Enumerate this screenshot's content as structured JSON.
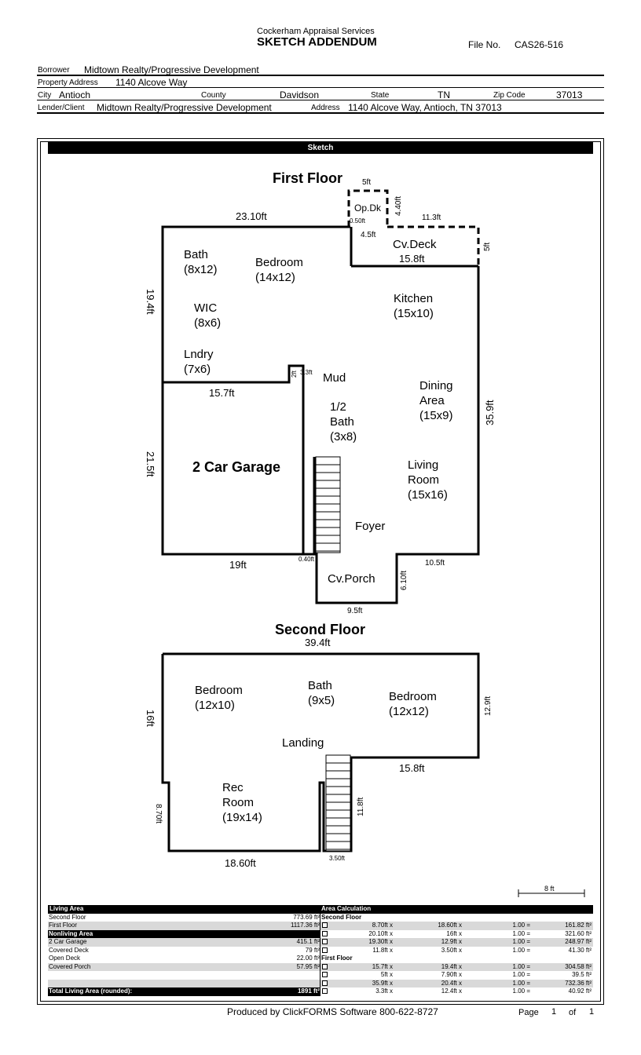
{
  "header": {
    "company": "Cockerham Appraisal Services",
    "title": "SKETCH ADDENDUM",
    "file_no_label": "File No.",
    "file_no": "CAS26-516"
  },
  "fields": {
    "borrower_label": "Borrower",
    "borrower": "Midtown Realty/Progressive Development",
    "property_address_label": "Property Address",
    "property_address": "1140 Alcove Way",
    "city_label": "City",
    "city": "Antioch",
    "county_label": "County",
    "county": "Davidson",
    "state_label": "State",
    "state": "TN",
    "zip_label": "Zip Code",
    "zip": "37013",
    "lender_label": "Lender/Client",
    "lender": "Midtown Realty/Progressive Development",
    "address_label": "Address",
    "address": "1140 Alcove Way, Antioch, TN 37013"
  },
  "sketch": {
    "bar_label": "Sketch",
    "first_floor_title": "First Floor",
    "second_floor_title": "Second Floor",
    "scale_label": "8 ft",
    "first_floor": {
      "rooms": {
        "bath": [
          "Bath",
          "(8x12)"
        ],
        "bedroom": [
          "Bedroom",
          "(14x12)"
        ],
        "wic": [
          "WIC",
          "(8x6)"
        ],
        "lndry": [
          "Lndry",
          "(7x6)"
        ],
        "kitchen": [
          "Kitchen",
          "(15x10)"
        ],
        "mud": "Mud",
        "half_bath": [
          "1/2",
          "Bath",
          "(3x8)"
        ],
        "dining": [
          "Dining",
          "Area",
          "(15x9)"
        ],
        "living": [
          "Living",
          "Room",
          "(15x16)"
        ],
        "garage": "2 Car Garage",
        "foyer": "Foyer",
        "op_dk": "Op.Dk",
        "cv_deck": "Cv.Deck",
        "cv_porch": "Cv.Porch"
      },
      "dims": {
        "top_left": "23.10ft",
        "opdk_top": "5ft",
        "opdk_side": "4.40ft",
        "opdk_small": "0.50ft",
        "cvdeck_top": "11.3ft",
        "cvdeck_left": "4.5ft",
        "cvdeck_bottom": "15.8ft",
        "cvdeck_side": "5ft",
        "left_upper": "19.4ft",
        "right": "35.9ft",
        "lndry_bottom": "15.7ft",
        "step_2ft": "2ft",
        "step_33": "3.3ft",
        "left_lower": "21.5ft",
        "bottom_left": "19ft",
        "porch_gap": "0.40ft",
        "porch_side": "6.10ft",
        "bottom_right": "10.5ft",
        "porch_bottom": "9.5ft"
      }
    },
    "second_floor": {
      "rooms": {
        "bedroom_left": [
          "Bedroom",
          "(12x10)"
        ],
        "bath": [
          "Bath",
          "(9x5)"
        ],
        "bedroom_right": [
          "Bedroom",
          "(12x12)"
        ],
        "landing": "Landing",
        "rec": [
          "Rec",
          "Room",
          "(19x14)"
        ]
      },
      "dims": {
        "top": "39.4ft",
        "left": "16ft",
        "right": "12.9ft",
        "mid_right": "15.8ft",
        "stair_side": "11.8ft",
        "left_lower": "8.70ft",
        "bottom": "18.60ft",
        "stair_bottom": "3.50ft"
      }
    }
  },
  "summary": {
    "living_area_label": "Living Area",
    "area_calc_label": "Area Calculation",
    "rows": [
      {
        "label": "Second Floor",
        "value": "773.69 ft²"
      },
      {
        "label": "First Floor",
        "value": "1117.36 ft²"
      }
    ],
    "nonliving_label": "Nonliving Area",
    "nonliving_rows": [
      {
        "label": "2 Car Garage",
        "value": "415.1 ft²"
      },
      {
        "label": "Covered Deck",
        "value": "79 ft²"
      },
      {
        "label": "Open Deck",
        "value": "22.00 ft²"
      },
      {
        "label": "Covered Porch",
        "value": "57.95 ft²"
      }
    ],
    "total_label": "Total Living Area (rounded):",
    "total_value": "1891 ft²",
    "calc_second_label": "Second Floor",
    "calc_first_label": "First Floor",
    "calc_rows": [
      {
        "a": "8.70ft x",
        "b": "18.60ft x",
        "c": "1.00 =",
        "d": "161.82 ft²"
      },
      {
        "a": "20.10ft x",
        "b": "16ft x",
        "c": "1.00 =",
        "d": "321.60 ft²"
      },
      {
        "a": "19.30ft x",
        "b": "12.9ft x",
        "c": "1.00 =",
        "d": "248.97 ft²"
      },
      {
        "a": "11.8ft x",
        "b": "3.50ft x",
        "c": "1.00 =",
        "d": "41.30 ft²"
      },
      {
        "a": "",
        "b": "",
        "c": "",
        "d": ""
      },
      {
        "a": "15.7ft x",
        "b": "19.4ft x",
        "c": "1.00 =",
        "d": "304.58 ft²"
      },
      {
        "a": "5ft x",
        "b": "7.90ft x",
        "c": "1.00 =",
        "d": "39.5 ft²"
      },
      {
        "a": "35.9ft x",
        "b": "20.4ft x",
        "c": "1.00 =",
        "d": "732.36 ft²"
      },
      {
        "a": "3.3ft x",
        "b": "12.4ft x",
        "c": "1.00 =",
        "d": "40.92 ft²"
      }
    ]
  },
  "footer": {
    "produced_by": "Produced by ClickFORMS Software 800-622-8727",
    "page_label": "Page",
    "page": "1",
    "of_label": "of",
    "total_pages": "1"
  }
}
